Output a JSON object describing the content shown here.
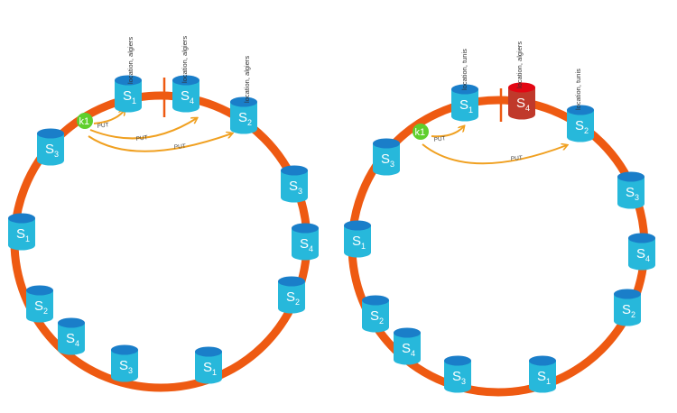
{
  "colors": {
    "ring": "#ee5a12",
    "divider": "#ee5a12",
    "cylinder_body": "#27b8db",
    "cylinder_top": "#1a7ec9",
    "cylinder_body_alt": "#c0392b",
    "cylinder_top_alt": "#e30613",
    "key": "#5fcf2c",
    "arrow": "#f0a020"
  },
  "diagrams": [
    {
      "key": "k1",
      "nodes": [
        {
          "base": "S",
          "sub": "1",
          "tag": "location, algiers"
        },
        {
          "base": "S",
          "sub": "4",
          "tag": "location, algiers"
        },
        {
          "base": "S",
          "sub": "2",
          "tag": "location, algiers"
        },
        {
          "base": "S",
          "sub": "3"
        },
        {
          "base": "S",
          "sub": "4"
        },
        {
          "base": "S",
          "sub": "2"
        },
        {
          "base": "S",
          "sub": "1"
        },
        {
          "base": "S",
          "sub": "3"
        },
        {
          "base": "S",
          "sub": "4"
        },
        {
          "base": "S",
          "sub": "2"
        },
        {
          "base": "S",
          "sub": "1"
        },
        {
          "base": "S",
          "sub": "3"
        }
      ],
      "puts": [
        "PUT",
        "PUT",
        "PUT"
      ]
    },
    {
      "key": "k1",
      "nodes": [
        {
          "base": "S",
          "sub": "1",
          "tag": "location, tunis"
        },
        {
          "base": "S",
          "sub": "4",
          "tag": "location, algiers",
          "highlight": true
        },
        {
          "base": "S",
          "sub": "2",
          "tag": "location, tunis"
        },
        {
          "base": "S",
          "sub": "3"
        },
        {
          "base": "S",
          "sub": "4"
        },
        {
          "base": "S",
          "sub": "2"
        },
        {
          "base": "S",
          "sub": "1"
        },
        {
          "base": "S",
          "sub": "3"
        },
        {
          "base": "S",
          "sub": "4"
        },
        {
          "base": "S",
          "sub": "2"
        },
        {
          "base": "S",
          "sub": "1"
        },
        {
          "base": "S",
          "sub": "3"
        }
      ],
      "puts": [
        "PUT",
        "PUT"
      ]
    }
  ]
}
